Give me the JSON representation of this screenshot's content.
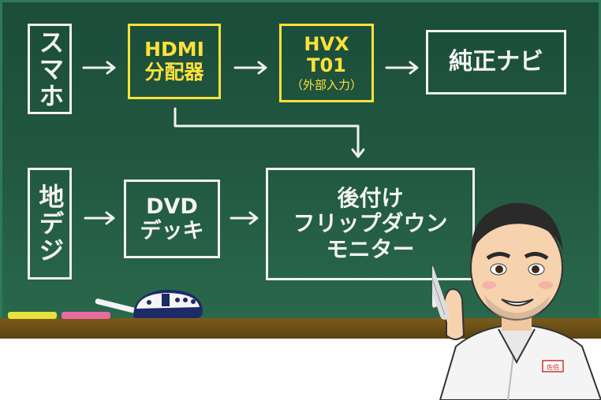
{
  "nodes": {
    "smartphone": "スマホ",
    "hdmi_line1": "HDMI",
    "hdmi_line2": "分配器",
    "hvx_line1": "HVX",
    "hvx_line2": "T01",
    "hvx_note": "（外部入力）",
    "navi": "純正ナビ",
    "tv": "地デジ",
    "dvd_line1": "DVD",
    "dvd_line2": "デッキ",
    "monitor_line1": "後付け",
    "monitor_line2": "フリップダウン",
    "monitor_line3": "モニター"
  },
  "name_tag": "佐伯",
  "colors": {
    "board": "#21573f",
    "chalk_white": "#f2f2f2",
    "chalk_yellow": "#ffe13a",
    "tray": "#6b4e16"
  }
}
